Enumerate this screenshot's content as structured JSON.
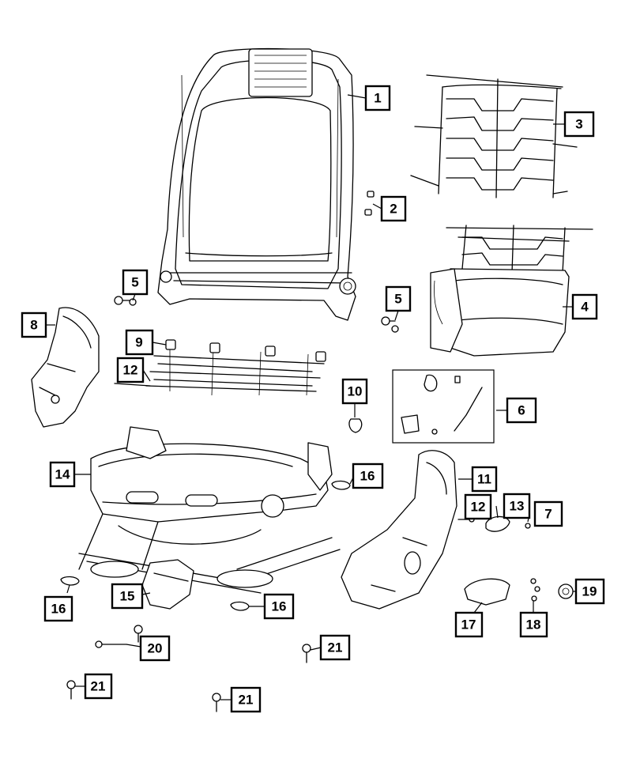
{
  "callouts": {
    "c1": "1",
    "c2": "2",
    "c3": "3",
    "c4": "4",
    "c5a": "5",
    "c5b": "5",
    "c6": "6",
    "c7": "7",
    "c8": "8",
    "c9": "9",
    "c10": "10",
    "c11": "11",
    "c12a": "12",
    "c12b": "12",
    "c13": "13",
    "c14": "14",
    "c15": "15",
    "c16a": "16",
    "c16b": "16",
    "c16c": "16",
    "c17": "17",
    "c18": "18",
    "c19": "19",
    "c20": "20",
    "c21a": "21",
    "c21b": "21",
    "c21c": "21"
  },
  "colors": {
    "line": "#000000",
    "background": "#ffffff",
    "shade": "#d9d9d9"
  }
}
